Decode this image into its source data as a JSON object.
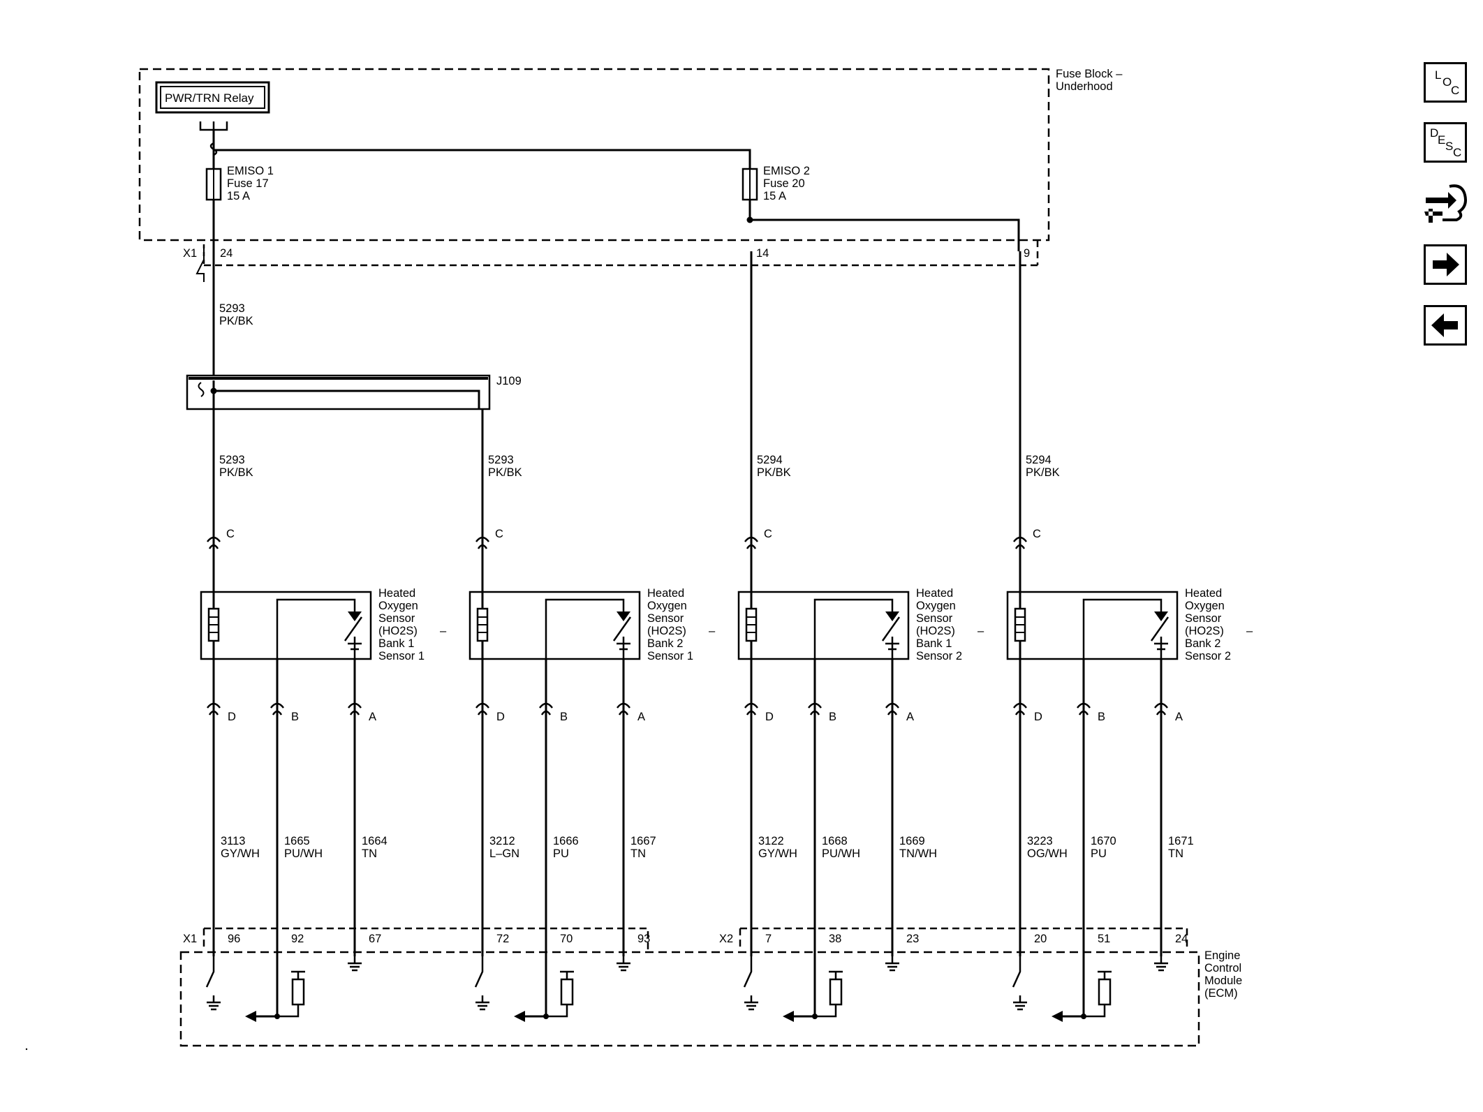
{
  "fuse_block": {
    "label_line1": "Fuse Block –",
    "label_line2": "Underhood"
  },
  "relay": {
    "label": "PWR/TRN Relay"
  },
  "fuses": [
    {
      "name": "EMISO 1",
      "number": "Fuse 17",
      "rating": "15 A"
    },
    {
      "name": "EMISO 2",
      "number": "Fuse 20",
      "rating": "15 A"
    }
  ],
  "fuse_connector": {
    "name": "X1",
    "pins": [
      "24",
      "14",
      "9"
    ]
  },
  "top_wire": {
    "circuit": "5293",
    "color": "PK/BK"
  },
  "splice": {
    "label": "J109"
  },
  "sensors": [
    {
      "title": [
        "Heated",
        "Oxygen",
        "Sensor",
        "(HO2S)",
        "–",
        "Bank 1",
        "Sensor 1"
      ],
      "feed": {
        "circuit": "5293",
        "color": "PK/BK",
        "pin": "C"
      },
      "pins": [
        "D",
        "B",
        "A"
      ],
      "wires": [
        {
          "circuit": "3113",
          "color": "GY/WH"
        },
        {
          "circuit": "1665",
          "color": "PU/WH"
        },
        {
          "circuit": "1664",
          "color": "TN"
        }
      ],
      "ecm_pins": [
        "96",
        "92",
        "67"
      ]
    },
    {
      "title": [
        "Heated",
        "Oxygen",
        "Sensor",
        "(HO2S)",
        "–",
        "Bank 2",
        "Sensor 1"
      ],
      "feed": {
        "circuit": "5293",
        "color": "PK/BK",
        "pin": "C"
      },
      "pins": [
        "D",
        "B",
        "A"
      ],
      "wires": [
        {
          "circuit": "3212",
          "color": "L–GN"
        },
        {
          "circuit": "1666",
          "color": "PU"
        },
        {
          "circuit": "1667",
          "color": "TN"
        }
      ],
      "ecm_pins": [
        "72",
        "70",
        "93"
      ]
    },
    {
      "title": [
        "Heated",
        "Oxygen",
        "Sensor",
        "(HO2S)",
        "–",
        "Bank 1",
        "Sensor 2"
      ],
      "feed": {
        "circuit": "5294",
        "color": "PK/BK",
        "pin": "C"
      },
      "pins": [
        "D",
        "B",
        "A"
      ],
      "wires": [
        {
          "circuit": "3122",
          "color": "GY/WH"
        },
        {
          "circuit": "1668",
          "color": "PU/WH"
        },
        {
          "circuit": "1669",
          "color": "TN/WH"
        }
      ],
      "ecm_pins": [
        "7",
        "38",
        "23"
      ]
    },
    {
      "title": [
        "Heated",
        "Oxygen",
        "Sensor",
        "(HO2S)",
        "–",
        "Bank 2",
        "Sensor 2"
      ],
      "feed": {
        "circuit": "5294",
        "color": "PK/BK",
        "pin": "C"
      },
      "pins": [
        "D",
        "B",
        "A"
      ],
      "wires": [
        {
          "circuit": "3223",
          "color": "OG/WH"
        },
        {
          "circuit": "1670",
          "color": "PU"
        },
        {
          "circuit": "1671",
          "color": "TN"
        }
      ],
      "ecm_pins": [
        "20",
        "51",
        "24"
      ]
    }
  ],
  "ecm_connectors": [
    "X1",
    "X2"
  ],
  "ecm": {
    "label": [
      "Engine",
      "Control",
      "Module",
      "(ECM)"
    ]
  },
  "nav": {
    "loc": {
      "l1": "L",
      "l2": "O",
      "l3": "C"
    },
    "desc": {
      "l1": "D",
      "l2": "E",
      "l3": "S",
      "l4": "C"
    },
    "icons": [
      "connector-diagram-icon",
      "next-arrow-icon",
      "previous-arrow-icon"
    ]
  }
}
